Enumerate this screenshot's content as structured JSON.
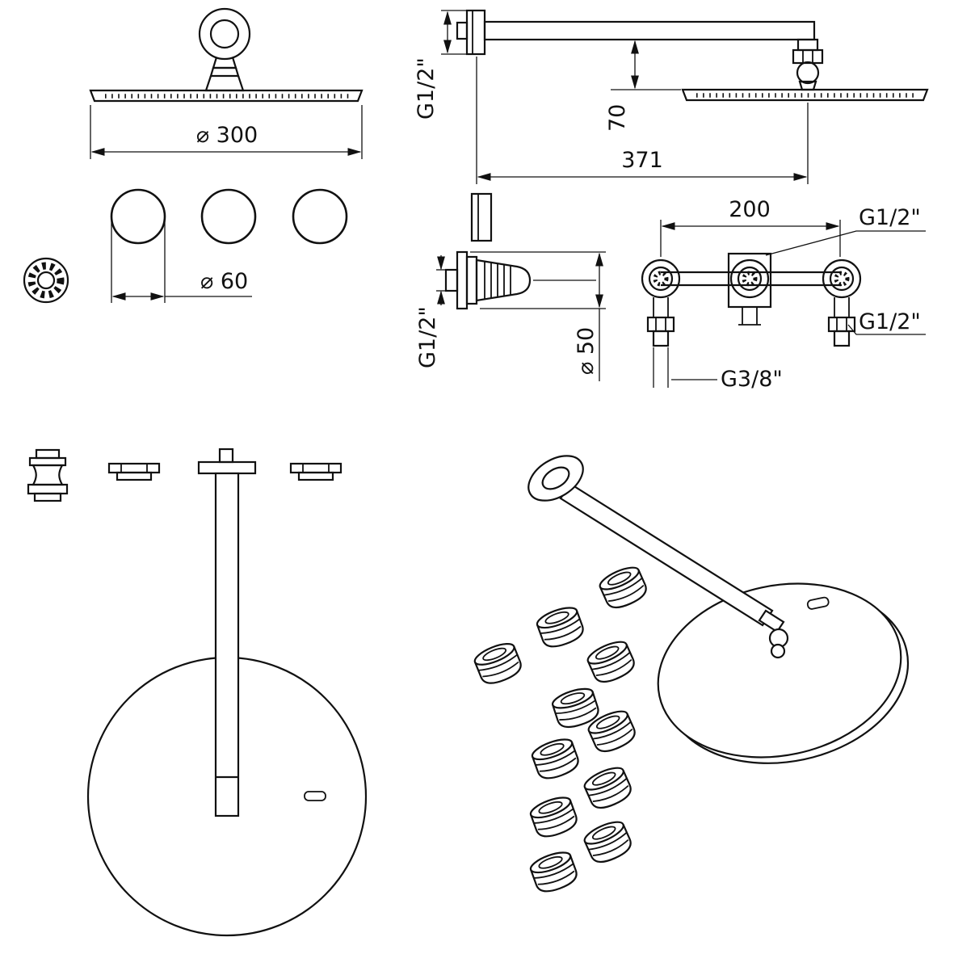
{
  "drawing": {
    "colors": {
      "line": "#111111",
      "background": "#ffffff"
    },
    "labels": {
      "head_diameter": "⌀ 300",
      "knob_diameter": "⌀ 60",
      "wall_thread": "G1/2\"",
      "head_drop": "70",
      "arm_length": "371",
      "port_spacing": "200",
      "outlet_top": "G1/2\"",
      "handle_thread": "G1/2\"",
      "handle_diameter": "⌀ 50",
      "outlet_right": "G1/2\"",
      "inlet_bottom": "G3/8\""
    }
  }
}
